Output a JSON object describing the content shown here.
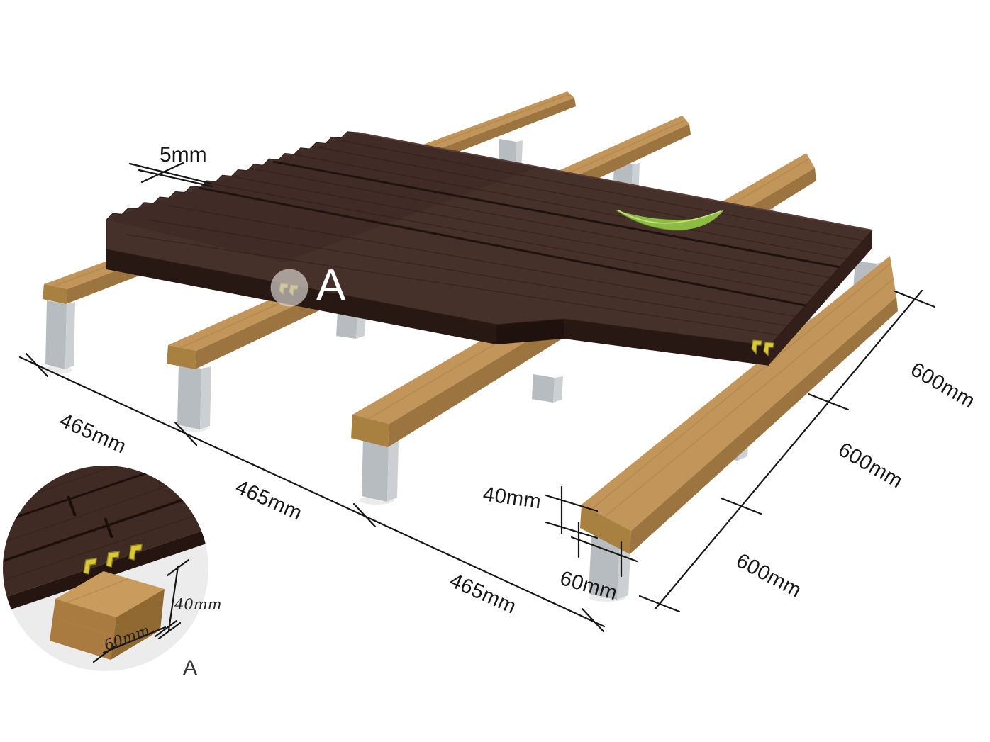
{
  "annotations": {
    "board_gap": {
      "label": "5mm"
    },
    "joist_spacing": {
      "labels": [
        "465mm",
        "465mm",
        "465mm"
      ]
    },
    "post_spacing": {
      "labels": [
        "600mm",
        "600mm",
        "600mm"
      ]
    },
    "joist_height": {
      "label": "40mm"
    },
    "joist_width": {
      "label": "60mm"
    },
    "detail_callout": {
      "label": "A"
    },
    "detail_view": {
      "height_label": "40mm",
      "width_label": "60mm",
      "caption": "A"
    }
  },
  "colors": {
    "deck_brown": "#46302a",
    "deck_face_dark": "#281813",
    "joist_brown_top": "#c2955a",
    "joist_brown_side": "#9c7440",
    "joist_brown_end": "#a8803f",
    "post_gray_front": "#b7bcc1",
    "post_gray_side": "#cdd0d3",
    "clip_yellow": "#d9c93a",
    "leaf_green": "#8cbd42",
    "dim_line": "#161616",
    "detail_circle_bg": "#ececec"
  }
}
